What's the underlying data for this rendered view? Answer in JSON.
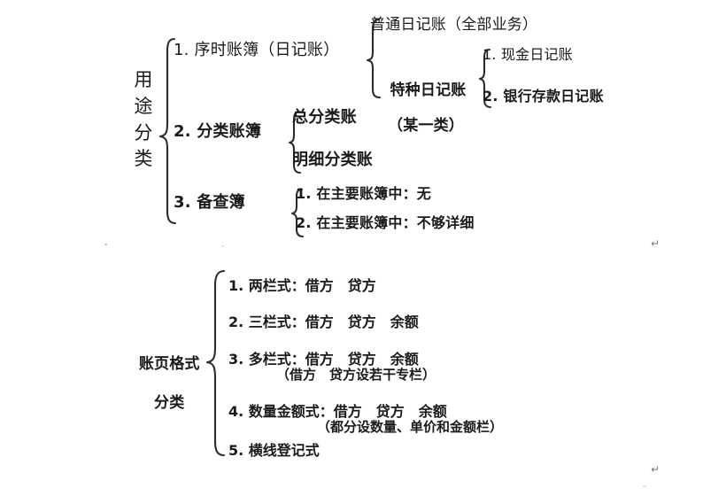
{
  "document": {
    "background_color": "#ffffff",
    "ink_color": "#1a1a1a",
    "marker_color": "#7a7a7a"
  },
  "diagram_top": {
    "root_label": "用\n途\n分\n类",
    "level1": [
      {
        "label": "1. 序时账簿（日记账）"
      },
      {
        "label": "2. 分类账簿"
      },
      {
        "label": "3. 备查簿"
      }
    ],
    "level2_journal": [
      {
        "label": "普通日记账（全部业务）"
      },
      {
        "label": "特种日记账",
        "sub": "（某一类）"
      }
    ],
    "level3_special_journal": [
      {
        "label": "1. 现金日记账"
      },
      {
        "label": "2. 银行存款日记账"
      }
    ],
    "level2_ledger": [
      {
        "label": "总分类账"
      },
      {
        "label": "明细分类账"
      }
    ],
    "level2_memo": [
      {
        "label": "1. 在主要账簿中：无"
      },
      {
        "label": "2. 在主要账簿中：不够详细"
      }
    ]
  },
  "diagram_bottom": {
    "root_label_line1": "账页格式",
    "root_label_line2": "分类",
    "items": [
      {
        "label": "1. 两栏式：借方　贷方",
        "note": ""
      },
      {
        "label": "2. 三栏式：借方　贷方　余额",
        "note": ""
      },
      {
        "label": "3. 多栏式：借方　贷方　余额",
        "note": "（借方　贷方设若干专栏）"
      },
      {
        "label": "4. 数量金额式：借方　贷方　余额",
        "note": "（都分设数量、单价和金额栏）"
      },
      {
        "label": "5. 横线登记式",
        "note": ""
      }
    ]
  },
  "marks": {
    "paragraph_mark": "↵"
  }
}
